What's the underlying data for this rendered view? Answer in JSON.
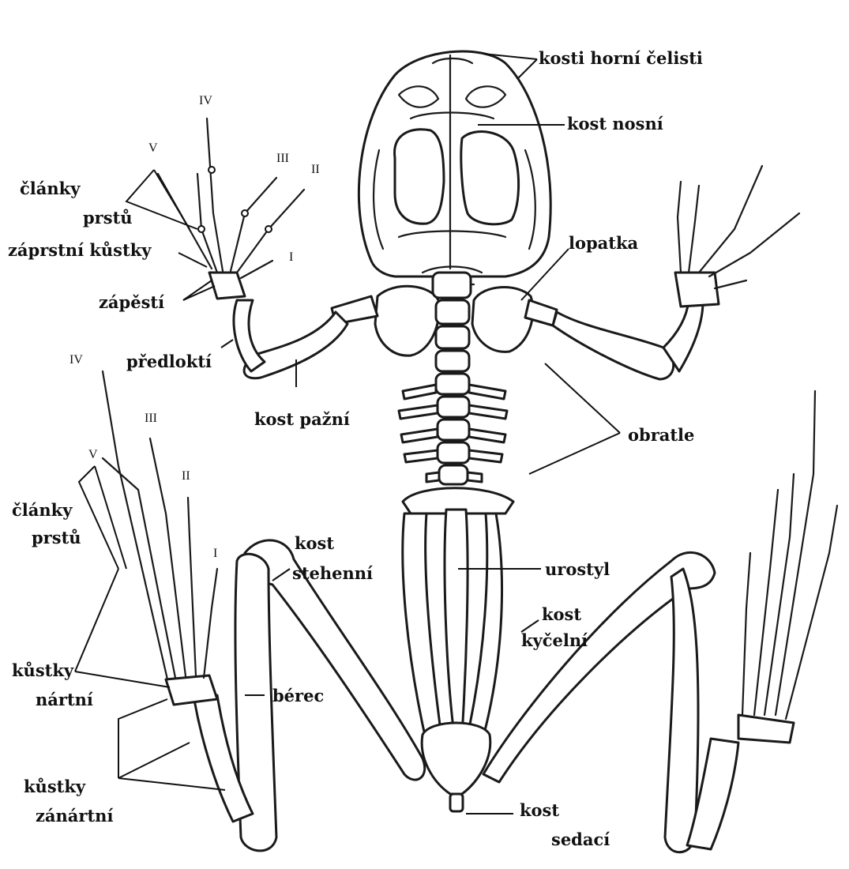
{
  "labels": {
    "kosti_horni_celisti": "kosti horní čelisti",
    "kost_nosni": "kost nosní",
    "lopatka": "lopatka",
    "clanky_prstu_1_a": "články",
    "clanky_prstu_1_b": "prstů",
    "zaprstni_kustky": "záprstní kůstky",
    "zapesti": "zápěstí",
    "predlokti": "předloktí",
    "kost_pazni": "kost pažní",
    "obratle": "obratle",
    "clanky_prstu_2_a": "články",
    "clanky_prstu_2_b": "prstů",
    "kost_stehenni_a": "kost",
    "kost_stehenni_b": "stehenní",
    "urostyl": "urostyl",
    "kost_kycelni_a": "kost",
    "kost_kycelni_b": "kyčelní",
    "kustky_nartni_a": "kůstky",
    "kustky_nartni_b": "nártní",
    "berec": "bérec",
    "kustky_zanartni_a": "kůstky",
    "kustky_zanartni_b": "zánártní",
    "kost_sedaci_a": "kost",
    "kost_sedaci_b": "sedací"
  },
  "digits": {
    "front": [
      "IV",
      "V",
      "III",
      "II",
      "I"
    ],
    "hind": [
      "IV",
      "V",
      "III",
      "II",
      "I"
    ]
  }
}
